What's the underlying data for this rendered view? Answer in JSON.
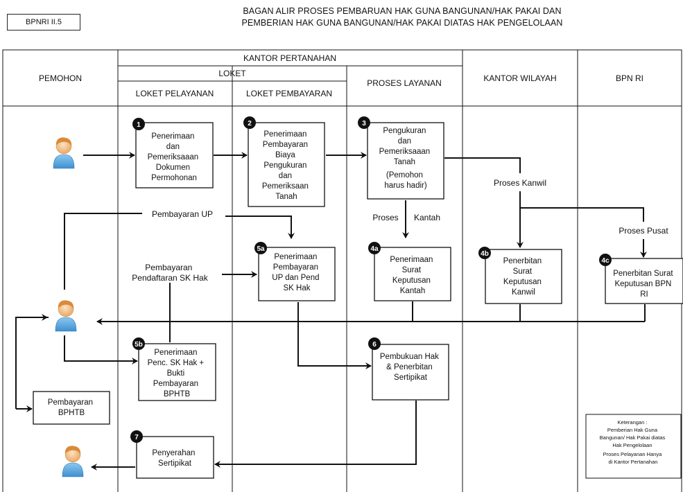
{
  "code": "BPNRI II.5",
  "title": {
    "line1": "BAGAN ALIR PROSES PEMBARUAN HAK GUNA BANGUNAN/HAK PAKAI DAN",
    "line2": "PEMBERIAN HAK GUNA BANGUNAN/HAK PAKAI DIATAS HAK PENGELOLAAN"
  },
  "headers": {
    "pemohon": "PEMOHON",
    "kantor_pertanahan": "KANTOR PERTANAHAN",
    "loket": "LOKET",
    "loket_pelayanan": "LOKET PELAYANAN",
    "loket_pembayaran": "LOKET PEMBAYARAN",
    "proses_layanan": "PROSES LAYANAN",
    "kantor_wilayah": "KANTOR WILAYAH",
    "bpn_ri": "BPN RI"
  },
  "steps": {
    "s1": {
      "num": "1",
      "lines": [
        "Penerimaan",
        "dan",
        "Pemeriksaaan",
        "Dokumen",
        "Permohonan"
      ]
    },
    "s2": {
      "num": "2",
      "lines": [
        "Penerimaan",
        "Pembayaran",
        "Biaya",
        "Pengukuran",
        "dan",
        "Pemeriksaan",
        "Tanah"
      ]
    },
    "s3": {
      "num": "3",
      "lines": [
        "Pengukuran",
        "dan",
        "Pemeriksaaan",
        "Tanah",
        "(Pemohon",
        "harus hadir)"
      ]
    },
    "s5a": {
      "num": "5a",
      "lines": [
        "Penerimaan",
        "Pembayaran",
        "UP dan Pend",
        "SK Hak"
      ]
    },
    "s4a": {
      "num": "4a",
      "lines": [
        "Penerimaan",
        "Surat",
        "Keputusan",
        "Kantah"
      ]
    },
    "s4b": {
      "num": "4b",
      "lines": [
        "Penerbitan",
        "Surat",
        "Keputusan",
        "Kanwil"
      ]
    },
    "s4c": {
      "num": "4c",
      "lines": [
        "Penerbitan Surat",
        "Keputusan BPN",
        "RI"
      ]
    },
    "s5b": {
      "num": "5b",
      "lines": [
        "Penerimaan",
        "Penc. SK Hak +",
        "Bukti",
        "Pembayaran",
        "BPHTB"
      ]
    },
    "s6": {
      "num": "6",
      "lines": [
        "Pembukuan Hak",
        "& Penerbitan",
        "Sertipikat"
      ]
    },
    "s7": {
      "num": "7",
      "lines": [
        "Penyerahan",
        "Sertipikat"
      ]
    },
    "bphtb": {
      "lines": [
        "Pembayaran",
        "BPHTB"
      ]
    }
  },
  "labels": {
    "pembayaran_up": "Pembayaran UP",
    "pembayaran_pend_1": "Pembayaran",
    "pembayaran_pend_2": "Pendaftaran SK Hak",
    "proses": "Proses",
    "kantah": "Kantah",
    "proses_kanwil": "Proses Kanwil",
    "proses_pusat": "Proses Pusat"
  },
  "note": {
    "lines": [
      "Keterangan :",
      "Pemberian Hak Guna",
      "Bangunan/ Hak Pakai diatas",
      "Hak Pengelolaan",
      "Proses Pelayanan Hanya",
      "di Kantor Pertanahan"
    ]
  }
}
